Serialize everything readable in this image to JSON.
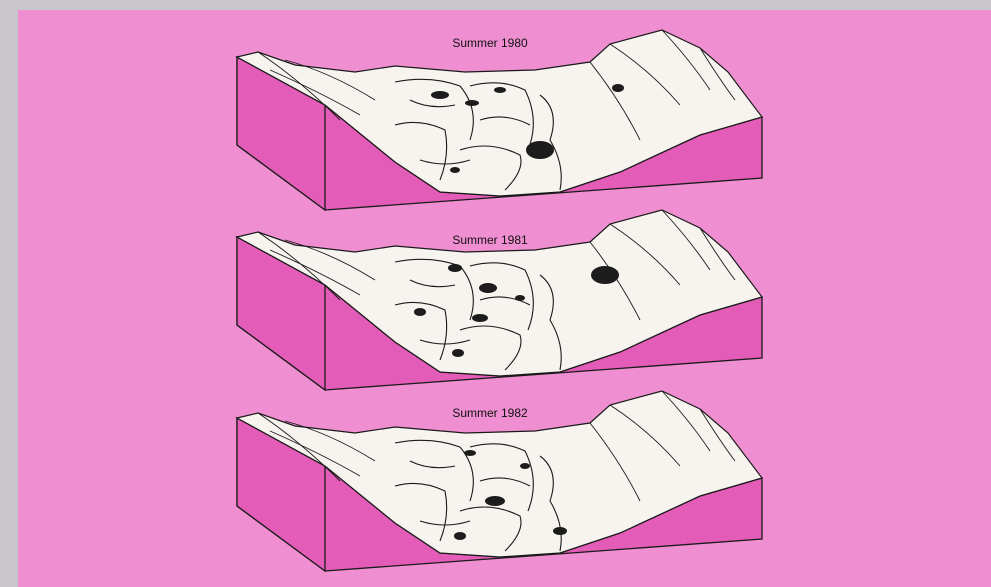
{
  "colors": {
    "background": "#ef8fd1",
    "block_face": "#e35cb8",
    "ice": "#f7f4ef",
    "outline": "#1a1a1a",
    "pond": "#1c1c1c",
    "border_strip": "#c9c7cb"
  },
  "panels": [
    {
      "label": "Summer 1980"
    },
    {
      "label": "Summer 1981"
    },
    {
      "label": "Summer 1982"
    }
  ]
}
